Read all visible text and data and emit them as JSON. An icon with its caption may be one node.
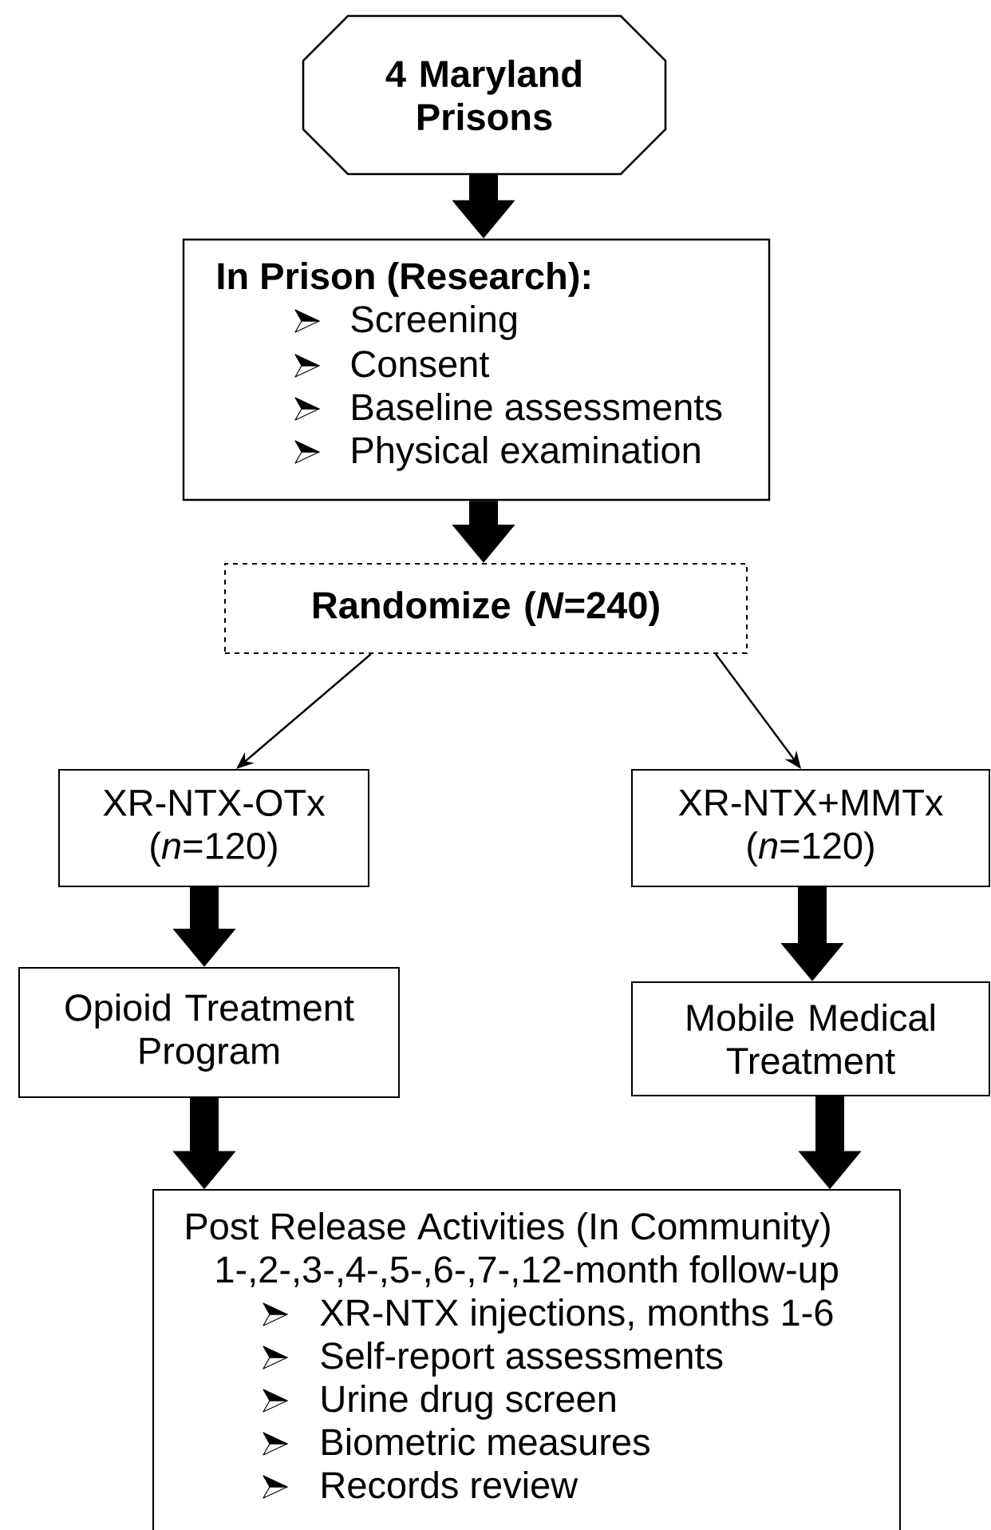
{
  "diagram": {
    "nodes": [
      {
        "text": [
          "4 Maryland Prisons"
        ]
      },
      {
        "text": [
          "In Prison (Research):",
          "Screening",
          "Consent",
          "Baseline assessments",
          "Physical examination"
        ]
      },
      {
        "text": [
          "Randomize (*N*=240)"
        ]
      },
      {
        "text": [
          "XR-NTX-OTx (*n*=120)"
        ]
      },
      {
        "text": [
          "XR-NTX+MMTx (*n*=120)"
        ]
      },
      {
        "text": [
          "Opioid Treatment Program"
        ]
      },
      {
        "text": [
          "Mobile Medical Treatment"
        ]
      },
      {
        "text": [
          "Post Release Activities (In Community)",
          "1-,2-,3-,4-,5-,6-,7-,12-month follow-up",
          "XR-NTX injections, months 1-6",
          "Self-report assessments",
          "Urine drug screen",
          "Biometric measures",
          "Records review"
        ]
      }
    ],
    "edges": [
      {
        "from": 0,
        "to": 1,
        "arrow": "to"
      },
      {
        "from": 1,
        "to": 2,
        "arrow": "to"
      },
      {
        "from": 2,
        "to": 3,
        "arrow": "to"
      },
      {
        "from": 2,
        "to": 4,
        "arrow": "to"
      },
      {
        "from": 3,
        "to": 5,
        "arrow": "to"
      },
      {
        "from": 4,
        "to": 6,
        "arrow": "to"
      },
      {
        "from": 5,
        "to": 7,
        "arrow": "to"
      },
      {
        "from": 6,
        "to": 7,
        "arrow": "to"
      }
    ]
  }
}
